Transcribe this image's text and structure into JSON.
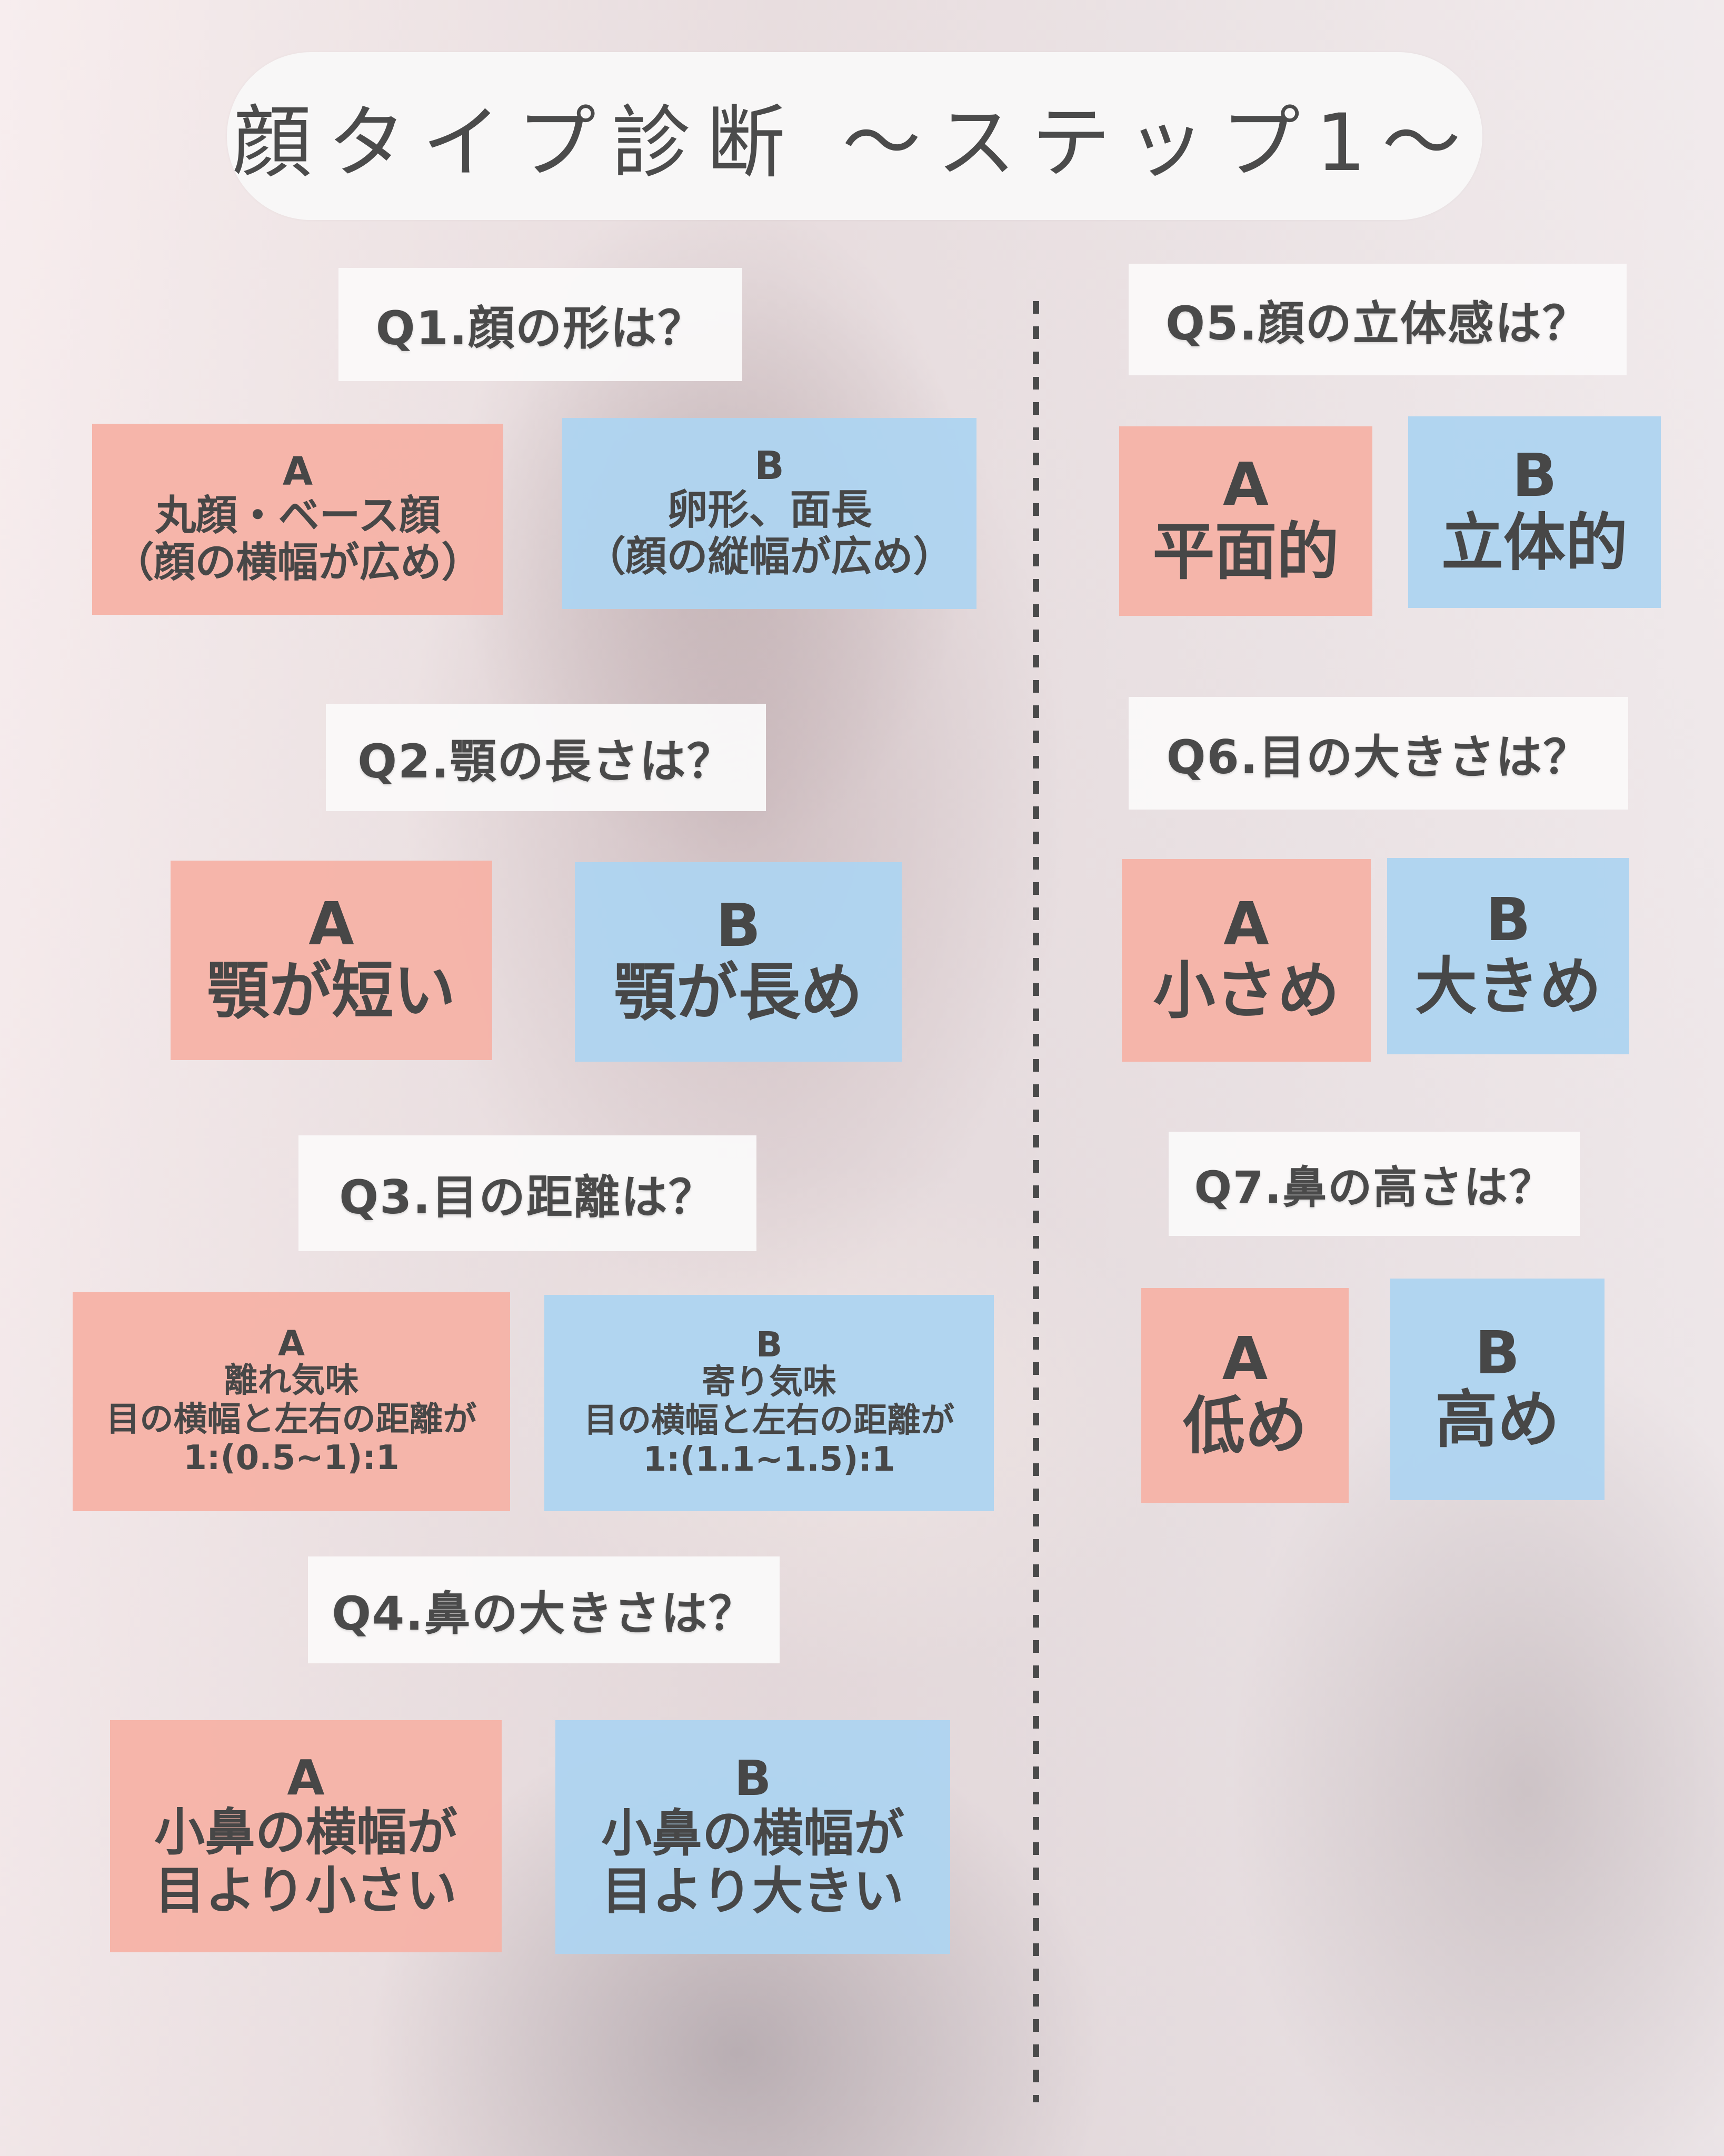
{
  "title": "顔タイプ診断 〜ステップ1〜",
  "colors": {
    "option_a": "#F5B2A7",
    "option_b": "#AED4F0",
    "text": "#4A4A4A",
    "label_bg": "#FAF9F9",
    "divider": "#4A4A4A"
  },
  "questions": [
    {
      "label": "Q1.顔の形は？",
      "a": {
        "letter": "A",
        "lines": [
          "丸顔・ベース顔",
          "（顔の横幅が広め）"
        ]
      },
      "b": {
        "letter": "B",
        "lines": [
          "卵形、面長",
          "（顔の縦幅が広め）"
        ]
      }
    },
    {
      "label": "Q2.顎の長さは？",
      "a": {
        "letter": "A",
        "lines": [
          "顎が短い"
        ]
      },
      "b": {
        "letter": "B",
        "lines": [
          "顎が長め"
        ]
      }
    },
    {
      "label": "Q3.目の距離は？",
      "a": {
        "letter": "A",
        "lines": [
          "離れ気味",
          "目の横幅と左右の距離が",
          "1:(0.5~1):1"
        ]
      },
      "b": {
        "letter": "B",
        "lines": [
          "寄り気味",
          "目の横幅と左右の距離が",
          "1:(1.1~1.5):1"
        ]
      }
    },
    {
      "label": "Q4.鼻の大きさは？",
      "a": {
        "letter": "A",
        "lines": [
          "小鼻の横幅が",
          "目より小さい"
        ]
      },
      "b": {
        "letter": "B",
        "lines": [
          "小鼻の横幅が",
          "目より大きい"
        ]
      }
    },
    {
      "label": "Q5.顔の立体感は？",
      "a": {
        "letter": "A",
        "lines": [
          "平面的"
        ]
      },
      "b": {
        "letter": "B",
        "lines": [
          "立体的"
        ]
      }
    },
    {
      "label": "Q6.目の大きさは？",
      "a": {
        "letter": "A",
        "lines": [
          "小さめ"
        ]
      },
      "b": {
        "letter": "B",
        "lines": [
          "大きめ"
        ]
      }
    },
    {
      "label": "Q7.鼻の高さは？",
      "a": {
        "letter": "A",
        "lines": [
          "低め"
        ]
      },
      "b": {
        "letter": "B",
        "lines": [
          "高め"
        ]
      }
    }
  ]
}
